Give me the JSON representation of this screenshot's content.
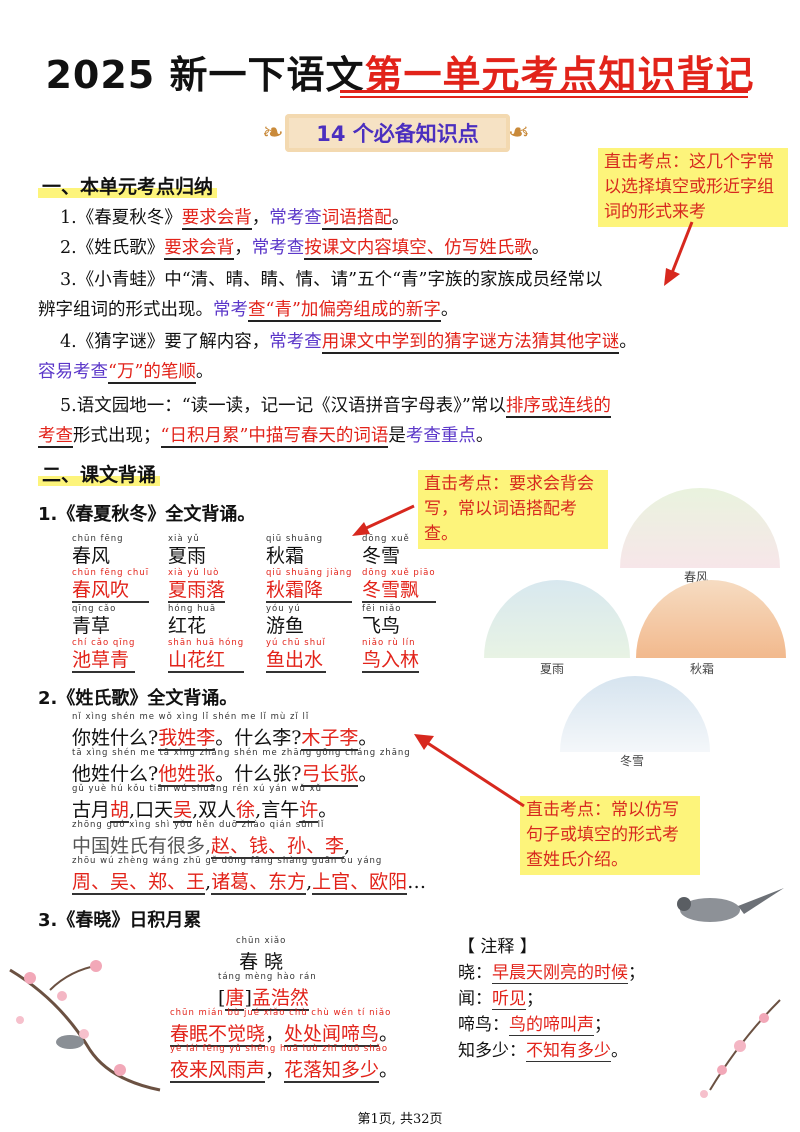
{
  "header": {
    "title_black": "2025 新一下语文",
    "title_red": "第一单元考点知识背记",
    "banner": "14 个必备知识点"
  },
  "callouts": {
    "c1": "直击考点：这几个字常以选择填空或形近字组词的形式来考",
    "c2": "直击考点：要求会背会写，常以词语搭配考查。",
    "c3": "直击考点：常以仿写句子或填空的形式考查姓氏介绍。"
  },
  "section1": {
    "heading": "一、本单元考点归纳",
    "items": [
      {
        "a": "1.《春夏秋冬》",
        "b": "要求会背",
        "c": "，",
        "d": "常考查",
        "e": "词语搭配",
        "f": "。"
      },
      {
        "a": "2.《姓氏歌》",
        "b": "要求会背",
        "c": "，",
        "d": "常考查",
        "e": "按课文内容填空、仿写姓氏歌",
        "f": "。"
      }
    ],
    "item3_line1": "3.《小青蛙》中“清、晴、睛、情、请”五个“青”字族的家族成员经常以",
    "item3_line2_a": "辨字组词的形式出现。",
    "item3_line2_b": "常考",
    "item3_line2_c": "查“青”加偏旁组成的新字",
    "item3_line2_d": "。",
    "item4_line1_a": "4.《猜字谜》要了解内容，",
    "item4_line1_b": "常考查",
    "item4_line1_c": "用课文中学到的猜字谜方法猜其他字谜",
    "item4_line1_d": "。",
    "item4_line2_a": "容易考查",
    "item4_line2_b": "“万”的笔顺",
    "item4_line2_c": "。",
    "item5_line1_a": "5.语文园地一：“读一读，记一记《汉语拼音字母表》”常以",
    "item5_line1_b": "排序或连线的",
    "item5_line2_a": "考查",
    "item5_line2_b": "形式出现；",
    "item5_line2_c": "“日积月累”中描写春天的词语",
    "item5_line2_d": "是",
    "item5_line2_e": "考查重点",
    "item5_line2_f": "。"
  },
  "section2": {
    "heading": "二、课文背诵",
    "sub1": "1.《春夏秋冬》全文背诵。",
    "grid": [
      {
        "py": "chūn fēng",
        "hz": "春风",
        "rpy": "chūn fēng chuī",
        "rhz": "春风吹"
      },
      {
        "py": "xià yǔ",
        "hz": "夏雨",
        "rpy": "xià yǔ luò",
        "rhz": "夏雨落"
      },
      {
        "py": "qiū shuāng",
        "hz": "秋霜",
        "rpy": "qiū shuāng jiàng",
        "rhz": "秋霜降"
      },
      {
        "py": "dōng xuě",
        "hz": "冬雪",
        "rpy": "dōng xuě piāo",
        "rhz": "冬雪飘"
      },
      {
        "py": "qīng cǎo",
        "hz": "青草",
        "rpy": "chí cǎo qīng",
        "rhz": "池草青"
      },
      {
        "py": "hóng huā",
        "hz": "红花",
        "rpy": "shān huā hóng",
        "rhz": "山花红"
      },
      {
        "py": "yóu yú",
        "hz": "游鱼",
        "rpy": "yú chū shuǐ",
        "rhz": "鱼出水"
      },
      {
        "py": "fēi niǎo",
        "hz": "飞鸟",
        "rpy": "niǎo rù lín",
        "rhz": "鸟入林"
      }
    ],
    "sub2": "2.《姓氏歌》全文背诵。",
    "poem_lines": [
      {
        "py": "nǐ xìng shén me   wǒ xìng lǐ   shén me lǐ   mù zǐ lǐ",
        "a": "你姓什么?",
        "b": "我姓李",
        "c": "。什么李?",
        "d": "木子李",
        "e": "。"
      },
      {
        "py": "tā xìng shén me   tā xìng zhāng   shén me zhāng   gōng cháng zhāng",
        "a": "他姓什么?",
        "b": "他姓张",
        "c": "。什么张?",
        "d": "弓长张",
        "e": "。"
      }
    ],
    "line3_py": "gǔ yuè hú   kǒu tiān wú   shuāng rén xú   yán wǔ xǔ",
    "line3": [
      "古月",
      "胡",
      ",口天",
      "吴",
      ",双人",
      "徐",
      ",言午",
      "许",
      "。"
    ],
    "line4_py": "zhōng guó xìng shì yǒu hěn duō   zhào qián sūn lǐ",
    "line4_a": "中国姓氏有很多,",
    "line4_b": "赵、钱、孙、李",
    "line4_c": ",",
    "line5_py": "zhōu wú zhèng wáng zhū gě dōng fāng shàng guān ōu yáng",
    "line5_a": "周、吴、郑、王",
    "line5_b": ",",
    "line5_c": "诸葛、东方",
    "line5_d": ",",
    "line5_e": "上官、欧阳",
    "line5_f": "…",
    "sub3": "3.《春晓》日积月累",
    "poem_title_py": "chūn xiǎo",
    "poem_title": "春 晓",
    "author_py": "táng   mèng hào rán",
    "author_dynasty": "唐",
    "author_name": "孟浩然",
    "verse1_py": "chūn mián bù jué xiǎo   chù chù wén tí niǎo",
    "verse1_a": "春眠不觉晓",
    "verse1_b": "，",
    "verse1_c": "处处闻啼鸟",
    "verse1_d": "。",
    "verse2_py": "yè lái fēng yǔ shēng   huā luò zhī duō shǎo",
    "verse2_a": "夜来风雨声",
    "verse2_b": "，",
    "verse2_c": "花落知多少",
    "verse2_d": "。"
  },
  "notes": {
    "heading": "【 注释 】",
    "items": [
      {
        "k": "晓：",
        "v": "早晨天刚亮的时候",
        "p": "；"
      },
      {
        "k": "闻：",
        "v": "听见",
        "p": "；"
      },
      {
        "k": "啼鸟：",
        "v": "鸟的啼叫声",
        "p": "；"
      },
      {
        "k": "知多少：",
        "v": "不知有多少",
        "p": "。"
      }
    ]
  },
  "fans": {
    "spring": "春风",
    "summer": "夏雨",
    "autumn": "秋霜",
    "winter": "冬雪"
  },
  "footer": "第1页, 共32页",
  "colors": {
    "accent_red": "#e2231a",
    "accent_blue": "#5b37c9",
    "highlight": "#fdf47b"
  }
}
